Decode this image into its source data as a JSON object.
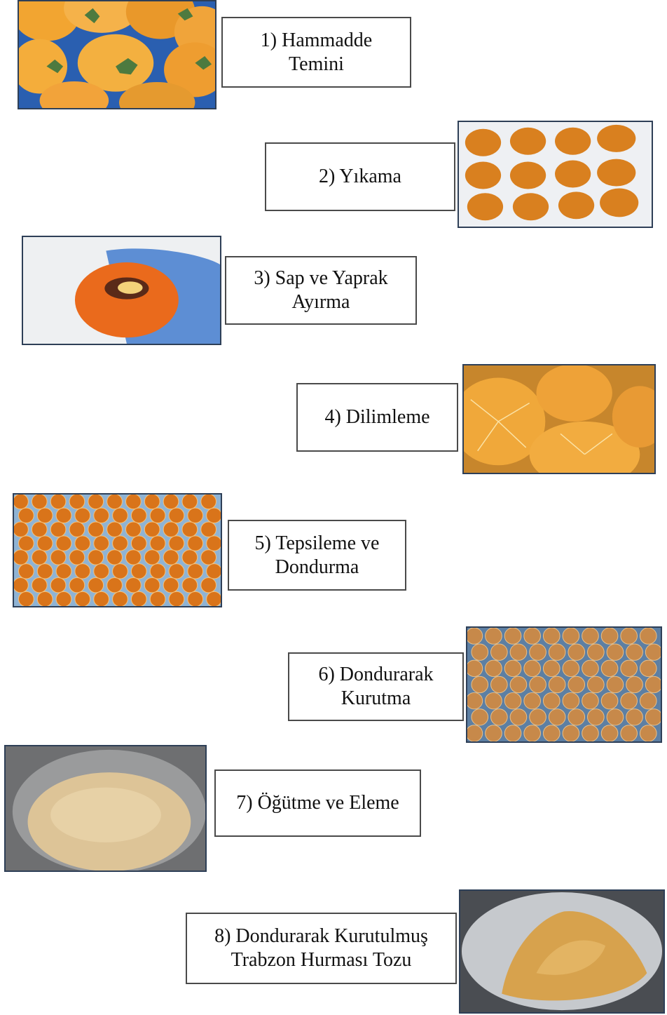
{
  "steps": [
    {
      "label": "1) Hammadde\nTemini",
      "image": "whole-persimmons-photo"
    },
    {
      "label": "2) Yıkama",
      "image": "washed-persimmons-photo"
    },
    {
      "label": "3) Sap ve Yaprak\nAyırma",
      "image": "stem-removal-photo"
    },
    {
      "label": "4) Dilimleme",
      "image": "sliced-persimmon-photo"
    },
    {
      "label": "5) Tepsileme ve\nDondurma",
      "image": "tray-slices-photo"
    },
    {
      "label": "6) Dondurarak\nKurutma",
      "image": "freeze-dried-slices-photo"
    },
    {
      "label": "7) Öğütme ve Eleme",
      "image": "ground-powder-photo"
    },
    {
      "label": "8) Dondurarak Kurutulmuş\nTrabzon Hurması Tozu",
      "image": "final-powder-photo"
    }
  ],
  "colors": {
    "persimmon": "#f0a020",
    "persimmon_dark": "#d9741a",
    "leaf": "#3f6e3a",
    "tray_blue": "#6f8fb0",
    "powder": "#d9c08c",
    "border": "#2e3f57"
  }
}
